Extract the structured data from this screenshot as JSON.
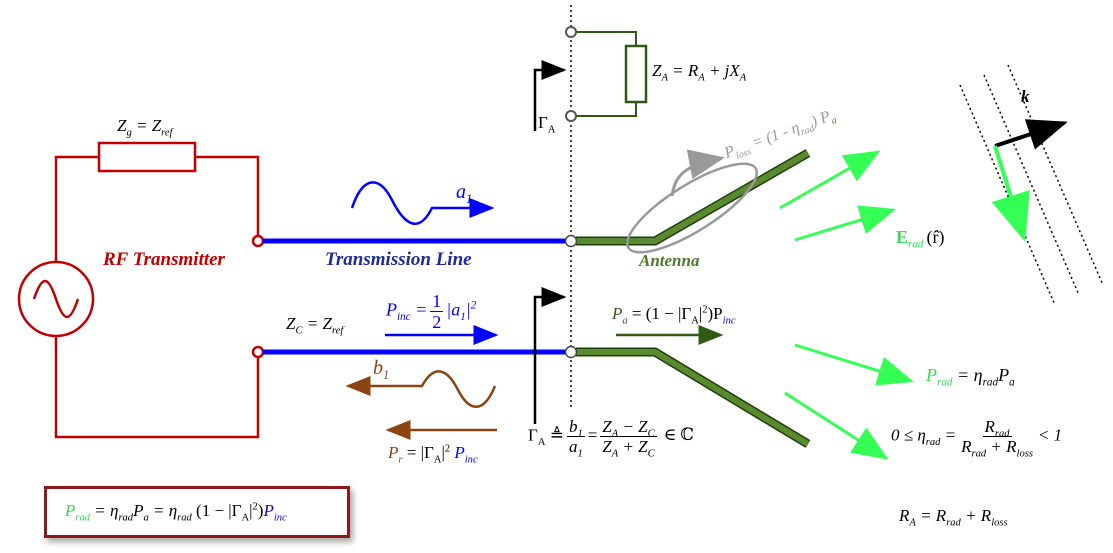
{
  "colors": {
    "rf": "#c00000",
    "line": "#0000ff",
    "antenna": "#4f7a28",
    "field": "#33ff55",
    "refl": "#8b4513",
    "gray": "#999999",
    "text": "#000000",
    "box_border": "#8b1a1a"
  },
  "labels": {
    "zg": "Z",
    "zg_sub": "g",
    "zg_eq": " = Z",
    "zg_ref": "ref",
    "rf_transmitter": "RF Transmitter",
    "transmission_line": "Transmission Line",
    "antenna": "Antenna",
    "zc": "Z",
    "zc_sub": "C",
    "zc_eq": " = Z",
    "zc_ref": "ref",
    "a1": "a",
    "a1_sub": "1",
    "b1": "b",
    "b1_sub": "1",
    "gamma_a": "Γ",
    "gamma_sub": "A",
    "za_lhs": "Z",
    "za_sub": "A",
    "za_eq": " = R",
    "ra_sub": "A",
    "za_plus": " + jX",
    "xa_sub": "A",
    "ploss": "P",
    "ploss_sub": "loss",
    "ploss_eq": " = (1 - η",
    "ploss_rad": "rad",
    "ploss_end": ") P",
    "ploss_pa": "a",
    "erad": "E",
    "erad_sub": "rad",
    "erad_arg": "(r̂)",
    "k": "k",
    "pinc": "P",
    "pinc_sub": "inc",
    "pinc_eq": " =",
    "half_num": "1",
    "half_den": "2",
    "pinc_abs": "|a",
    "pinc_abs_sub": "1",
    "pinc_abs_end": "|",
    "pinc_sq": "2",
    "pa": "P",
    "pa_sub": "a",
    "pa_eq": " = (1 − |Γ",
    "pa_g_sub": "A",
    "pa_abs_end": "|",
    "pa_sq": "2",
    "pa_close": ")P",
    "pa_inc": "inc",
    "pr": "P",
    "pr_sub": "r",
    "pr_eq": " = |Γ",
    "pr_g_sub": "A",
    "pr_abs_end": "|",
    "pr_sq": "2",
    "pr_p": " P",
    "pr_inc": "inc",
    "gamma_def": "Γ",
    "gamma_def_sub": "A",
    "gamma_def_eq": " ≜",
    "gdef_b": "b",
    "gdef_b_sub": "1",
    "gdef_a": "a",
    "gdef_a_sub": "1",
    "gdef_eq2": "=",
    "gdef_n1": "Z",
    "gdef_n1_sub": "A",
    "gdef_n_op": " − Z",
    "gdef_n2_sub": "C",
    "gdef_d1": "Z",
    "gdef_d1_sub": "A",
    "gdef_d_op": " + Z",
    "gdef_d2_sub": "C",
    "gdef_in": "∈ ℂ",
    "prad": "P",
    "prad_sub": "rad",
    "prad_eq": " = η",
    "prad_eta_sub": "rad",
    "prad_p": "P",
    "prad_p_sub": "a",
    "eta_ineq_lhs": "0 ≤ η",
    "eta_ineq_sub": "rad",
    "eta_ineq_eq": " =",
    "eta_num": "R",
    "eta_num_sub": "rad",
    "eta_den": "R",
    "eta_den_sub": "rad",
    "eta_den_op": " + R",
    "eta_den_sub2": "loss",
    "eta_lt": "< 1",
    "ra": "R",
    "ra_eq": " = R",
    "ra_rad_sub": "rad",
    "ra_plus": " + R",
    "ra_loss_sub": "loss",
    "box_p": "P",
    "box_p_sub": "rad",
    "box_eq1": " = η",
    "box_eta1_sub": "rad",
    "box_pa": "P",
    "box_pa_sub": "a",
    "box_eq2": " = η",
    "box_eta2_sub": "rad",
    "box_mid": " (1 − |Γ",
    "box_g_sub": "A",
    "box_abs_end": "|",
    "box_sq": "2",
    "box_close": ")",
    "box_pinc": "P",
    "box_pinc_sub": "inc"
  }
}
